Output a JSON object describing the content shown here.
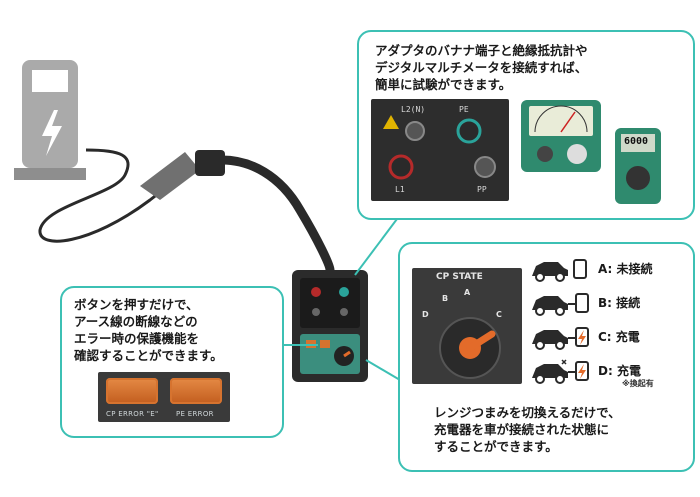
{
  "callouts": {
    "top": {
      "lines": [
        "アダプタのバナナ端子と絶縁抵抗計や",
        "デジタルマルチメータを接続すれば、",
        "簡単に試験ができます。"
      ]
    },
    "left": {
      "lines": [
        "ボタンを押すだけで、",
        "アース線の断線などの",
        "エラー時の保護機能を",
        "確認することができます。"
      ],
      "buttons": [
        "CP ERROR \"E\"",
        "PE ERROR"
      ]
    },
    "right": {
      "dial_title": "CP STATE",
      "dial_letters": [
        "D",
        "A",
        "B",
        "C"
      ],
      "states": [
        {
          "label": "A: 未接続"
        },
        {
          "label": "B: 接続"
        },
        {
          "label": "C: 充電"
        },
        {
          "label": "D: 充電",
          "note": "※換起有"
        }
      ],
      "lines": [
        "レンジつまみを切換えるだけで、",
        "充電器を車が接続された状態に",
        "することができます。"
      ]
    }
  },
  "terminals": {
    "labels": [
      "L2(N)",
      "PE",
      "L1",
      "PP"
    ]
  },
  "multimeter_display": "6000",
  "colors": {
    "accent": "#3cc0b4",
    "button_orange": "#d6732f",
    "device_green": "#2f7a6c"
  },
  "icons": [
    "charging-station-icon",
    "lightning-icon",
    "car-icon",
    "plug-icon"
  ]
}
